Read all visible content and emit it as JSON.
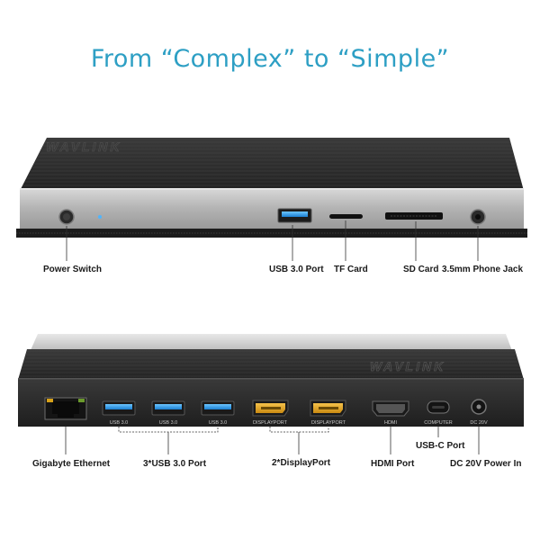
{
  "headline": "From “Complex” to “Simple”",
  "brand": "WAVLINK",
  "front": {
    "labels": {
      "power_switch": "Power Switch",
      "usb": "USB 3.0 Port",
      "tf": "TF Card",
      "sd": "SD Card",
      "jack": "3.5mm Phone Jack"
    }
  },
  "rear": {
    "port_text": {
      "usb": "USB 3.0",
      "dp": "DISPLAYPORT",
      "hdmi": "HDMI",
      "computer": "COMPUTER",
      "dc": "DC 20V"
    },
    "labels": {
      "ethernet": "Gigabyte Ethernet",
      "usb": "3*USB 3.0 Port",
      "dp": "2*DisplayPort",
      "hdmi": "HDMI Port",
      "usbc": "USB-C Port",
      "dc": "DC 20V Power In"
    }
  }
}
